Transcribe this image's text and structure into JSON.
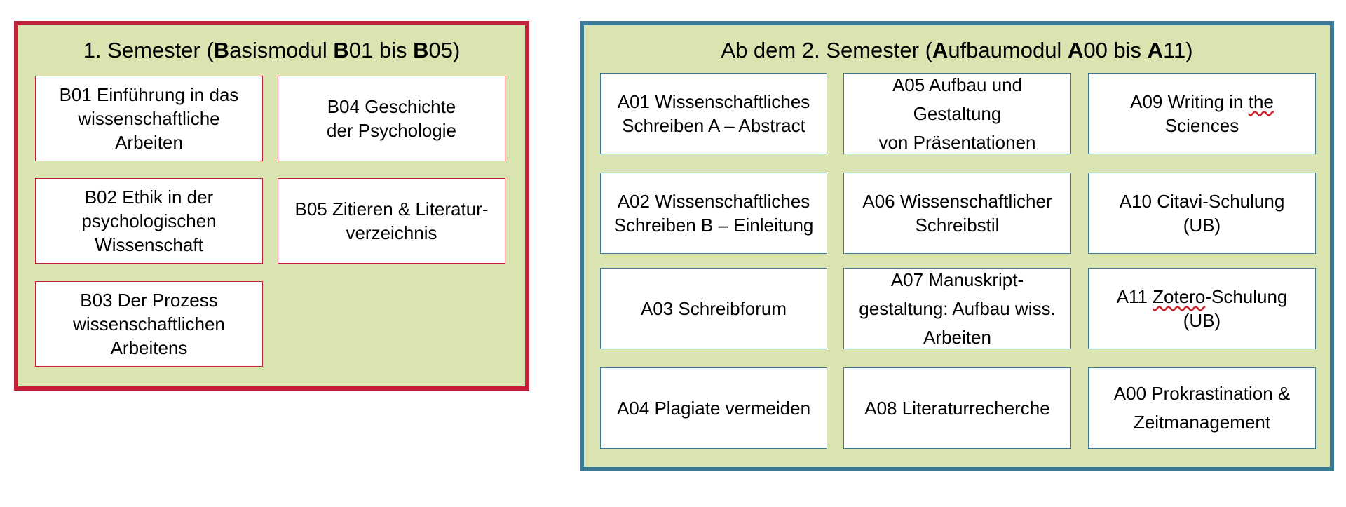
{
  "basis": {
    "title_pre": "1. Semester (",
    "title_b1": "B",
    "title_mid1": "asismodul ",
    "title_b2": "B",
    "title_mid2": "01 bis ",
    "title_b3": "B",
    "title_end": "05)",
    "modules": [
      {
        "text": "B01 Einführung in das\nwissenschaftliche\nArbeiten"
      },
      {
        "text": "B04 Geschichte\nder Psychologie"
      },
      {
        "text": "B02 Ethik in der\npsychologischen\nWissenschaft"
      },
      {
        "text": "B05 Zitieren & Literatur-\nverzeichnis"
      },
      {
        "text": "B03 Der Prozess\nwissenschaftlichen\nArbeitens"
      }
    ],
    "colors": {
      "border": "#c0223a",
      "fill": "#d9e4b0"
    }
  },
  "aufbau": {
    "title_pre": "Ab dem 2. Semester (",
    "title_b1": "A",
    "title_mid1": "ufbaumodul ",
    "title_b2": "A",
    "title_mid2": "00 bis ",
    "title_b3": "A",
    "title_end": "11)",
    "modules": [
      {
        "text": "A01 Wissenschaftliches\nSchreiben A – Abstract"
      },
      {
        "text": "A05 Aufbau und\nGestaltung\nvon Präsentationen"
      },
      {
        "text": "A09 Writing in ",
        "text_underlined": "the",
        "text_end": "\nSciences"
      },
      {
        "text": "A02 Wissenschaftliches\nSchreiben B – Einleitung"
      },
      {
        "text": "A06 Wissenschaftlicher\nSchreibstil"
      },
      {
        "text": "A10 Citavi-Schulung\n(UB)"
      },
      {
        "text": "A03 Schreibforum"
      },
      {
        "text": "A07 Manuskript-\ngestaltung: Aufbau wiss.\nArbeiten"
      },
      {
        "text": "A11 ",
        "text_underlined": "Zotero",
        "text_end": "-Schulung\n(UB)"
      },
      {
        "text": "A04 Plagiate vermeiden"
      },
      {
        "text": "A08 Literaturrecherche"
      },
      {
        "text": "A00 Prokrastination &\nZeitmanagement"
      }
    ],
    "colors": {
      "border": "#3a7a96",
      "fill": "#d9e4b0"
    }
  }
}
